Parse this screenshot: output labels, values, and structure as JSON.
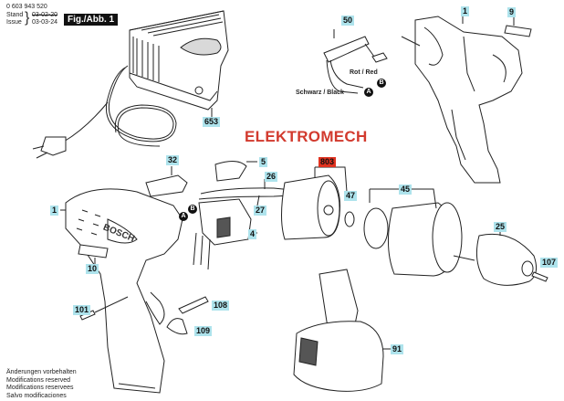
{
  "header": {
    "part_number": "0 603 943 520",
    "stand_label": "Stand",
    "issue_label": "Issue",
    "stand_date_struck": "03-02-20",
    "issue_date": "03-03-24",
    "figure_label": "Fig./Abb. 1"
  },
  "watermark": "ELEKTROMECH",
  "wires": {
    "red": "Rot / Red",
    "black": "Schwarz / Black",
    "marker_a": "A",
    "marker_b": "B"
  },
  "callouts": [
    {
      "id": "653",
      "highlight": "blue"
    },
    {
      "id": "50",
      "highlight": "blue"
    },
    {
      "id": "1",
      "highlight": "blue"
    },
    {
      "id": "9",
      "highlight": "blue"
    },
    {
      "id": "32",
      "highlight": "blue"
    },
    {
      "id": "5",
      "highlight": "blue"
    },
    {
      "id": "26",
      "highlight": "blue"
    },
    {
      "id": "27",
      "highlight": "blue"
    },
    {
      "id": "4",
      "highlight": "blue"
    },
    {
      "id": "803",
      "highlight": "red"
    },
    {
      "id": "47",
      "highlight": "blue"
    },
    {
      "id": "45",
      "highlight": "blue"
    },
    {
      "id": "25",
      "highlight": "blue"
    },
    {
      "id": "107",
      "highlight": "blue"
    },
    {
      "id": "1",
      "highlight": "blue"
    },
    {
      "id": "10",
      "highlight": "blue"
    },
    {
      "id": "101",
      "highlight": "blue"
    },
    {
      "id": "108",
      "highlight": "blue"
    },
    {
      "id": "109",
      "highlight": "blue"
    },
    {
      "id": "91",
      "highlight": "blue"
    }
  ],
  "housing_brand": "BOSCH",
  "footer_notes": [
    "Änderungen vorbehalten",
    "Modifications reserved",
    "Modifications reservees",
    "Salvo modificaciones"
  ],
  "colors": {
    "callout_blue": "#aee3ec",
    "callout_red": "#e0321f",
    "watermark_red": "#d23a2e"
  }
}
